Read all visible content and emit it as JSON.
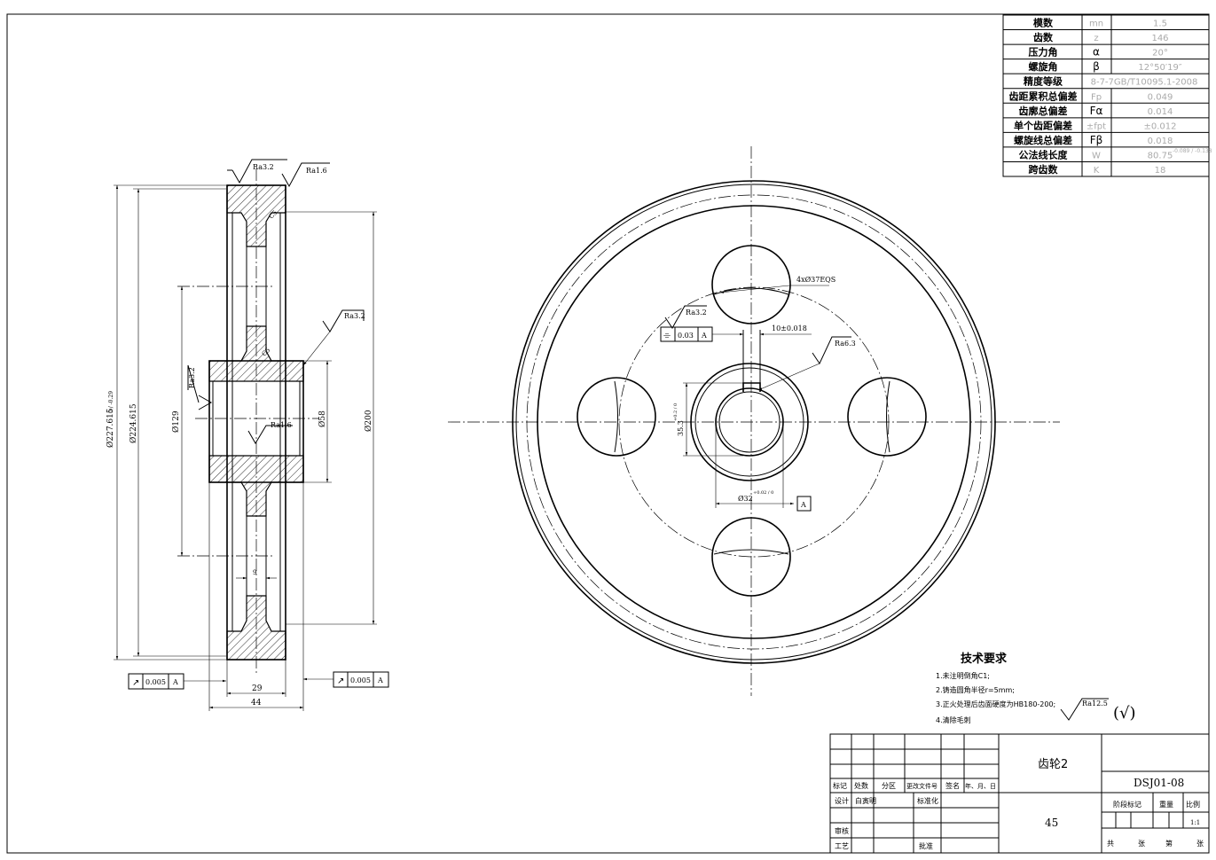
{
  "param_table": {
    "rows": [
      {
        "name": "模数",
        "symbol": "mn",
        "value": "1.5"
      },
      {
        "name": "齿数",
        "symbol": "z",
        "value": "146"
      },
      {
        "name": "压力角",
        "symbol": "α",
        "value": "20°"
      },
      {
        "name": "螺旋角",
        "symbol": "β",
        "value": "12°50′19″"
      },
      {
        "name": "精度等级",
        "symbol": "8-7-7GB/T10095.1-2008",
        "value": ""
      },
      {
        "name": "齿距累积总偏差",
        "symbol": "Fp",
        "value": "0.049"
      },
      {
        "name": "齿廓总偏差",
        "symbol": "Fα",
        "value": "0.014"
      },
      {
        "name": "单个齿距偏差",
        "symbol": "±fpt",
        "value": "±0.012"
      },
      {
        "name": "螺旋线总偏差",
        "symbol": "Fβ",
        "value": "0.018"
      },
      {
        "name": "公法线长度",
        "symbol": "W",
        "value": "80.75"
      },
      {
        "name": "跨齿数",
        "symbol": "K",
        "value": "18"
      }
    ],
    "w_tolerance": "-0.089 / -0.138"
  },
  "section_view": {
    "roughness": [
      "Ra3.2",
      "Ra1.6",
      "Ra3.2",
      "Ra3.2",
      "Ra1.6"
    ],
    "dims": {
      "tip_dia": "Ø227.615",
      "tip_tol": "0 / -0.29",
      "root_dia": "Ø224.615",
      "hub_dia": "Ø129",
      "web_dia": "Ø200",
      "bore_dia": "Ø58",
      "face_width": "29",
      "hub_width": "44",
      "web_thk": "9",
      "chamfer": "C5"
    },
    "runout_left": {
      "symbol": "↗",
      "value": "0.005",
      "datum": "A"
    },
    "runout_right": {
      "symbol": "↗",
      "value": "0.005",
      "datum": "A"
    }
  },
  "front_view": {
    "holes_label": "4xØ37EQS",
    "roughness_key": "Ra3.2",
    "roughness_bore": "Ra6.3",
    "symmetry": {
      "symbol": "⌯",
      "value": "0.03",
      "datum": "A"
    },
    "keyway_width": "10±0.018",
    "keyway_depth": "35.3",
    "keyway_depth_tol": "+0.2 / 0",
    "bore": "Ø32",
    "bore_tol": "+0.02 / 0",
    "datum": "A"
  },
  "tech_requirements": {
    "title": "技术要求",
    "items": [
      "1.未注明倒角C1;",
      "2.铸造圆角半径r=5mm;",
      "3.正火处理后齿面硬度为HB180-200;",
      "4.清除毛刺"
    ],
    "general_roughness": "Ra12.5",
    "check_symbol": "(√)"
  },
  "title_block": {
    "part_name": "齿轮2",
    "drawing_no": "DSJ01-08",
    "material": "45",
    "rev_headers": [
      "标记",
      "处数",
      "分区",
      "更改文件号",
      "签名",
      "年、月、日"
    ],
    "design_label": "设计",
    "designer": "白寅明",
    "standard_label": "标准化",
    "review_label": "审核",
    "process_label": "工艺",
    "approve_label": "批准",
    "stage_label": "阶段标记",
    "weight_label": "重量",
    "scale_label": "比例",
    "scale": "1:1",
    "sheets": [
      "共",
      "张",
      "第",
      "张"
    ]
  }
}
